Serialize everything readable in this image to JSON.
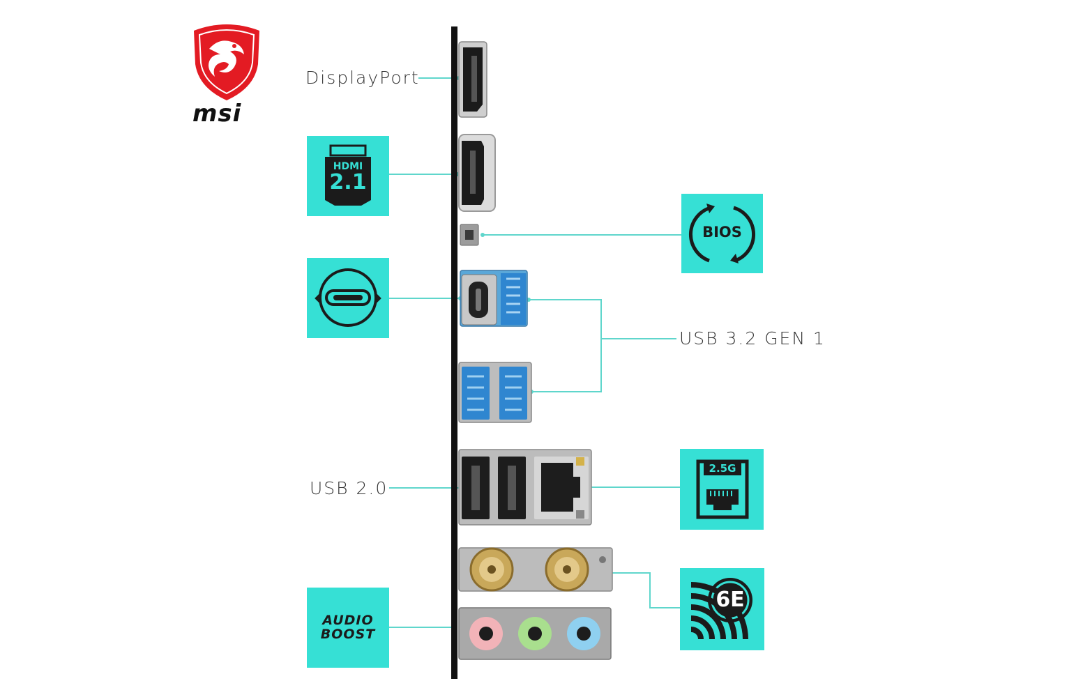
{
  "brand": {
    "name": "msi"
  },
  "labels": {
    "displayport": "DisplayPort",
    "usb32": "USB 3.2 GEN 1",
    "usb20": "USB 2.0"
  },
  "icons": {
    "hdmi": {
      "name": "hdmi-2-1-icon",
      "line1": "HDMI",
      "line2": "2.1"
    },
    "usbc": {
      "name": "usb-type-c-icon"
    },
    "bios": {
      "name": "bios-flashback-icon",
      "text": "BIOS"
    },
    "lan": {
      "name": "lan-2-5g-icon",
      "text": "2.5G"
    },
    "wifi": {
      "name": "wifi-6e-icon",
      "text": "6E"
    },
    "audio": {
      "name": "audio-boost-icon",
      "line1": "AUDIO",
      "line2": "BOOST"
    }
  },
  "colors": {
    "accent": "#36e0d5",
    "brand_red": "#e31b23",
    "connector_line": "#5fd6cc",
    "panel_bar": "#111111"
  }
}
